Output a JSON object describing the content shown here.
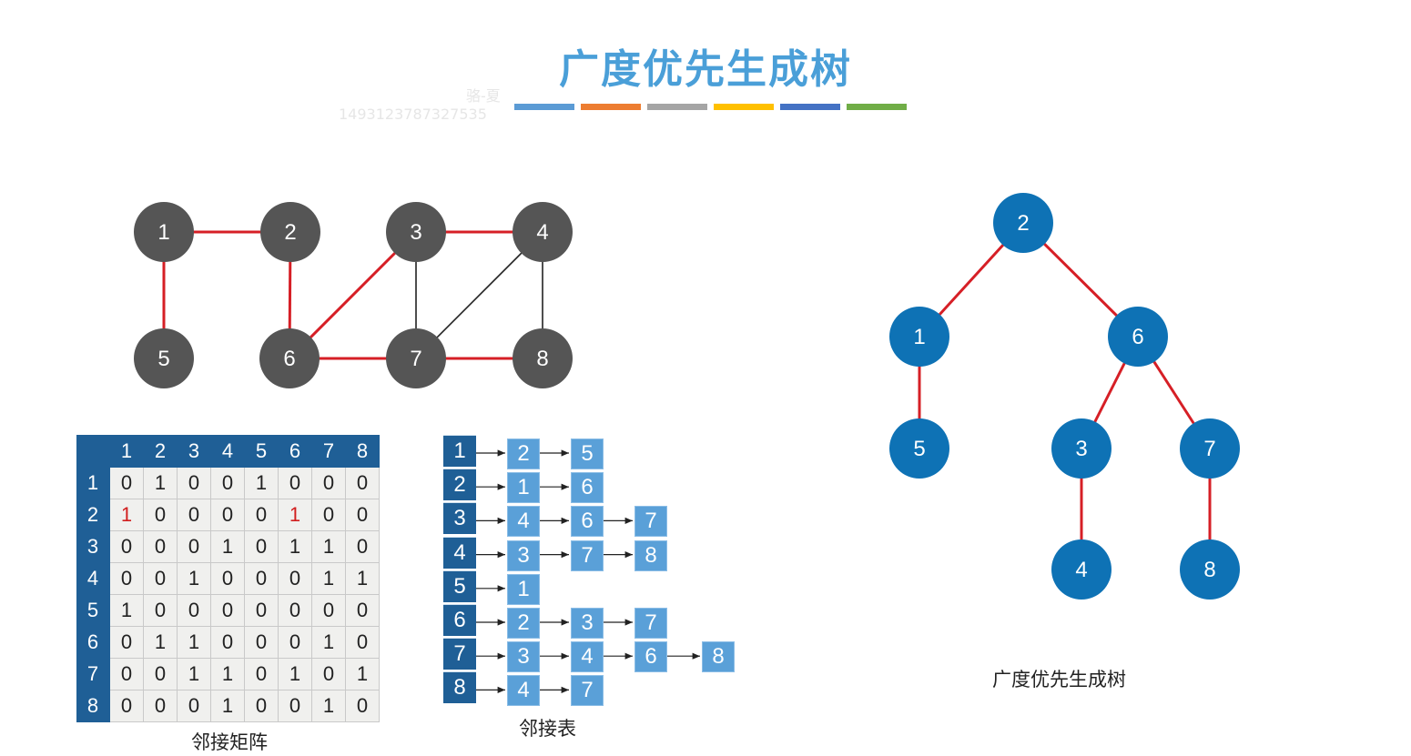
{
  "title": "广度优先生成树",
  "watermark": {
    "line1": "骆-夏",
    "line2": "1493123787327535"
  },
  "title_bar_colors": [
    "#5b9bd5",
    "#ed7d31",
    "#a5a5a5",
    "#ffc000",
    "#4472c4",
    "#70ad47"
  ],
  "colors": {
    "graph_node": "#555555",
    "tree_node": "#0e72b5",
    "tree_edge": "#d61f26",
    "graph_edge": "#222222"
  },
  "graph": {
    "nodes": [
      "1",
      "2",
      "3",
      "4",
      "5",
      "6",
      "7",
      "8"
    ],
    "tree_edges": [
      [
        "1",
        "2"
      ],
      [
        "1",
        "5"
      ],
      [
        "2",
        "6"
      ],
      [
        "3",
        "6"
      ],
      [
        "3",
        "4"
      ],
      [
        "6",
        "7"
      ],
      [
        "7",
        "8"
      ]
    ],
    "other_edges": [
      [
        "3",
        "7"
      ],
      [
        "4",
        "7"
      ],
      [
        "4",
        "8"
      ]
    ]
  },
  "tree": {
    "nodes": [
      "2",
      "1",
      "6",
      "5",
      "3",
      "7",
      "4",
      "8"
    ],
    "edges": [
      [
        "2",
        "1"
      ],
      [
        "2",
        "6"
      ],
      [
        "1",
        "5"
      ],
      [
        "6",
        "3"
      ],
      [
        "6",
        "7"
      ],
      [
        "3",
        "4"
      ],
      [
        "7",
        "8"
      ]
    ],
    "caption": "广度优先生成树"
  },
  "matrix": {
    "headers": [
      "1",
      "2",
      "3",
      "4",
      "5",
      "6",
      "7",
      "8"
    ],
    "rows": [
      [
        "0",
        "1",
        "0",
        "0",
        "1",
        "0",
        "0",
        "0"
      ],
      [
        "1",
        "0",
        "0",
        "0",
        "0",
        "1",
        "0",
        "0"
      ],
      [
        "0",
        "0",
        "0",
        "1",
        "0",
        "1",
        "1",
        "0"
      ],
      [
        "0",
        "0",
        "1",
        "0",
        "0",
        "0",
        "1",
        "1"
      ],
      [
        "1",
        "0",
        "0",
        "0",
        "0",
        "0",
        "0",
        "0"
      ],
      [
        "0",
        "1",
        "1",
        "0",
        "0",
        "0",
        "1",
        "0"
      ],
      [
        "0",
        "0",
        "1",
        "1",
        "0",
        "1",
        "0",
        "1"
      ],
      [
        "0",
        "0",
        "0",
        "1",
        "0",
        "0",
        "1",
        "0"
      ]
    ],
    "highlight": [
      [
        1,
        0
      ],
      [
        1,
        5
      ]
    ],
    "caption": "邻接矩阵"
  },
  "adjacency_list": {
    "rows": [
      {
        "head": "1",
        "items": [
          "2",
          "5"
        ]
      },
      {
        "head": "2",
        "items": [
          "1",
          "6"
        ]
      },
      {
        "head": "3",
        "items": [
          "4",
          "6",
          "7"
        ]
      },
      {
        "head": "4",
        "items": [
          "3",
          "7",
          "8"
        ]
      },
      {
        "head": "5",
        "items": [
          "1"
        ]
      },
      {
        "head": "6",
        "items": [
          "2",
          "3",
          "7"
        ]
      },
      {
        "head": "7",
        "items": [
          "3",
          "4",
          "6",
          "8"
        ]
      },
      {
        "head": "8",
        "items": [
          "4",
          "7"
        ]
      }
    ],
    "caption": "邻接表"
  }
}
